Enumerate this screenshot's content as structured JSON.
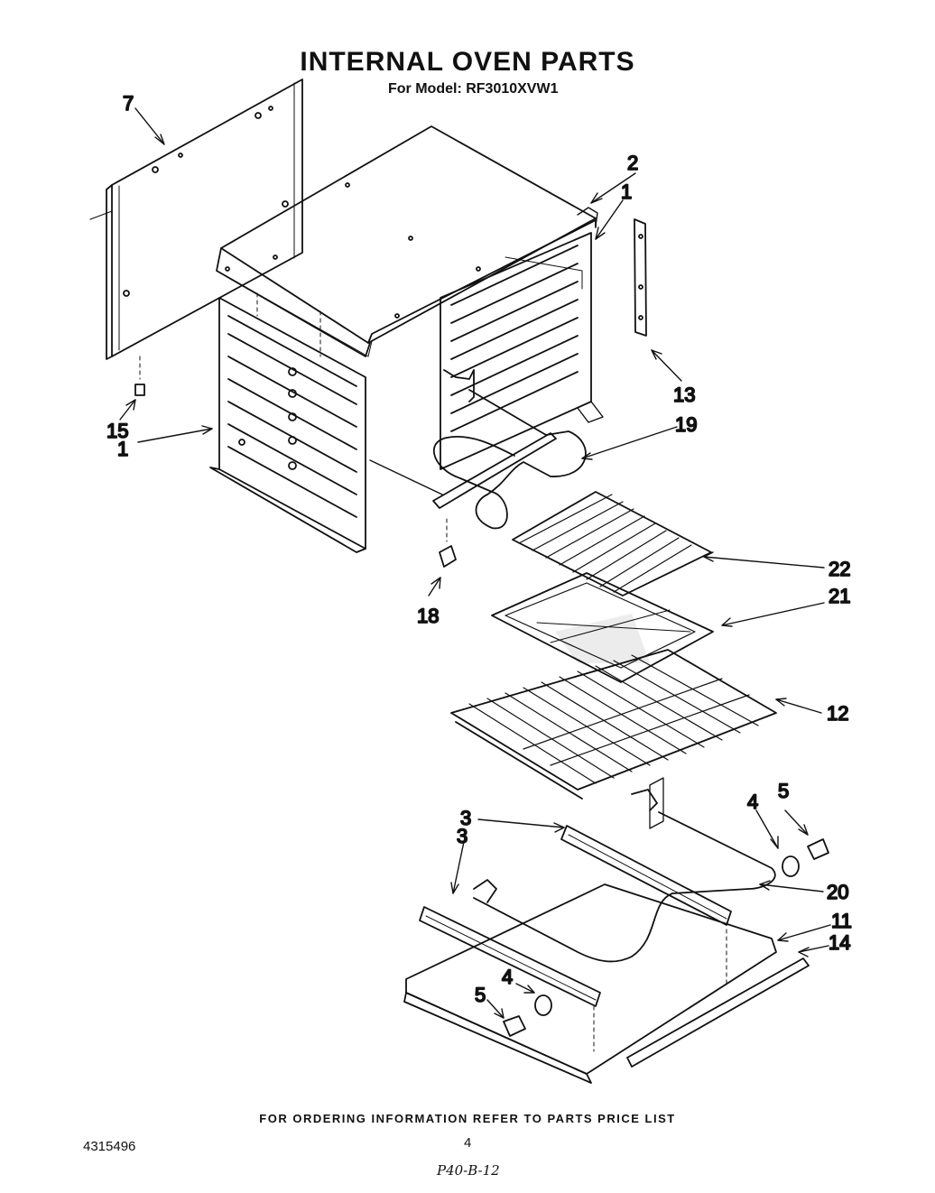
{
  "header": {
    "title": "INTERNAL OVEN PARTS",
    "subtitle": "For Model: RF3010XVW1"
  },
  "callouts": {
    "c1_right": "1",
    "c1_left": "1",
    "c2": "2",
    "c3_top": "3",
    "c3_bottom": "3",
    "c4_top": "4",
    "c4_bottom": "4",
    "c5_top": "5",
    "c5_bottom": "5",
    "c7": "7",
    "c11": "11",
    "c12": "12",
    "c13": "13",
    "c14": "14",
    "c15": "15",
    "c18": "18",
    "c19": "19",
    "c20": "20",
    "c21": "21",
    "c22": "22"
  },
  "footer": {
    "ordering_info": "FOR ORDERING INFORMATION REFER TO PARTS PRICE LIST",
    "doc_number": "4315496",
    "page_number": "4",
    "handwritten_code": "P40-B-12"
  }
}
